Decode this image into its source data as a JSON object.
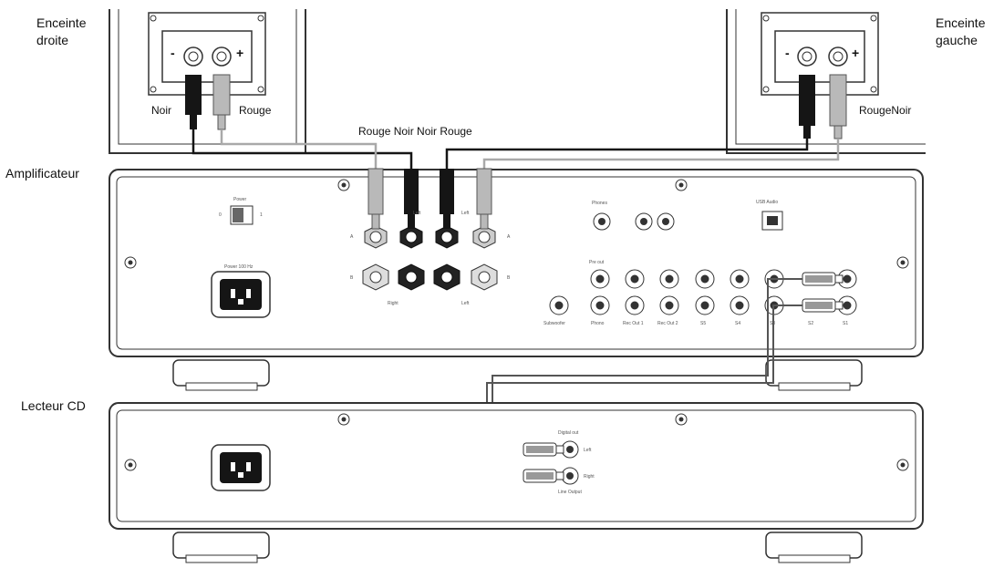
{
  "labels": {
    "speaker_right": "Enceinte droite",
    "speaker_left": "Enceinte gauche",
    "amplifier": "Amplificateur",
    "cd_player": "Lecteur CD",
    "wire_top": "Rouge Noir Noir Rouge",
    "spk_right_black": "Noir",
    "spk_right_red": "Rouge",
    "spk_left_pair": "RougeNoir"
  },
  "terminal_signs": {
    "minus": "-",
    "plus": "+"
  },
  "amp_panel": {
    "power_label": "Power",
    "off": "0",
    "on": "1",
    "mains": "Power 100 Hz",
    "speaker_b_tag": "Left",
    "speaker_a_tag": "Left",
    "right_tag": "Right",
    "left_tag": "Left",
    "a_tag": "A",
    "b_tag": "B",
    "headphone": "Phones",
    "subwoofer": "Subwoofer",
    "preout": "Pre out",
    "phono": "Phono",
    "rec1": "Rec Out 1",
    "rec2": "Rec Out 2",
    "usb": "USB Audio",
    "inputs": [
      "S5",
      "S4",
      "S3",
      "S2",
      "S1"
    ]
  },
  "cd_panel": {
    "digital_out": "Digital out",
    "line_out": "Line Output",
    "left": "Left",
    "right": "Right"
  },
  "colors": {
    "line": "#3a3a3a",
    "red_cable": "#a9a9a9",
    "black_cable": "#151515",
    "panel_fill": "#ffffff"
  }
}
